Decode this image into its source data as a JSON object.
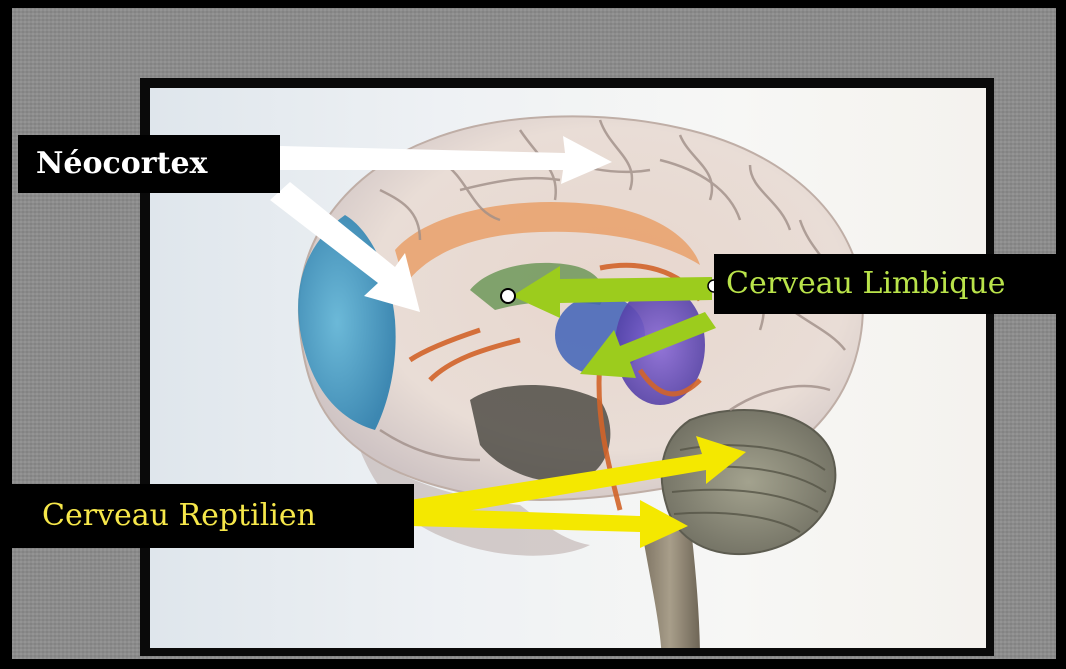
{
  "labels": {
    "neocortex": "Néocortex",
    "limbique": "Cerveau Limbique",
    "reptilien": "Cerveau Reptilien"
  },
  "colors": {
    "neocortex_arrow": "#ffffff",
    "limbique_arrow": "#9ccc1d",
    "reptilien_arrow": "#f4e800",
    "limbique_text": "#b9e34a",
    "reptilien_text": "#f6e74a",
    "background_panel": "#8c8c8c"
  }
}
